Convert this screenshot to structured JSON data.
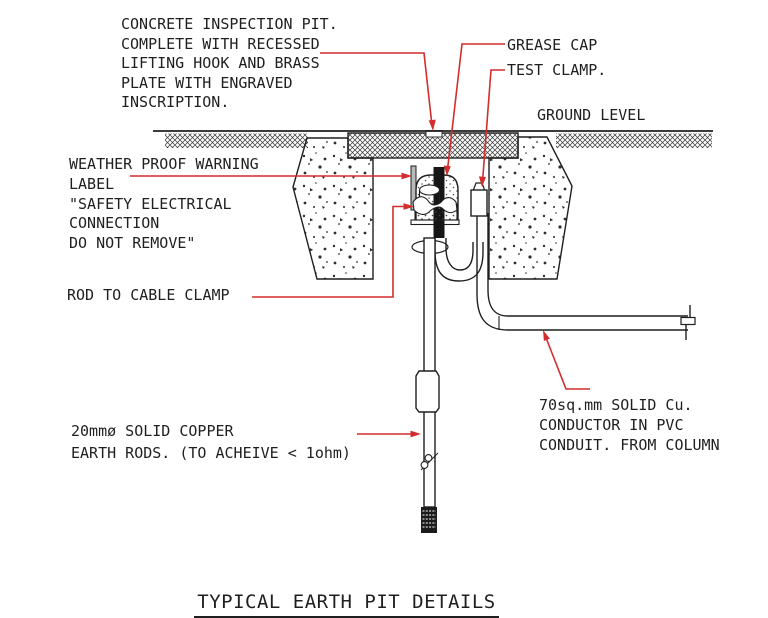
{
  "drawing": {
    "title": "TYPICAL EARTH PIT DETAILS",
    "labels": {
      "concrete_note": "CONCRETE INSPECTION PIT.\nCOMPLETE WITH RECESSED\nLIFTING HOOK AND BRASS\nPLATE WITH ENGRAVED\nINSCRIPTION.",
      "grease_cap": "GREASE CAP",
      "test_clamp": "TEST CLAMP.",
      "ground_level": "GROUND LEVEL",
      "warning_label_note": "WEATHER PROOF WARNING\nLABEL\n\"SAFETY ELECTRICAL\nCONNECTION\nDO NOT REMOVE\"",
      "rod_to_cable_clamp": "ROD TO CABLE CLAMP",
      "earth_rod_note": "20mmø SOLID COPPER\nEARTH RODS. (TO ACHEIVE < 1ohm)",
      "conductor_note": "70sq.mm SOLID Cu.\nCONDUCTOR IN PVC\nCONDUIT. FROM COLUMN"
    },
    "colors": {
      "leader_red": "#d32d2d",
      "line_black": "#1f1f1f",
      "background": "#ffffff"
    }
  }
}
